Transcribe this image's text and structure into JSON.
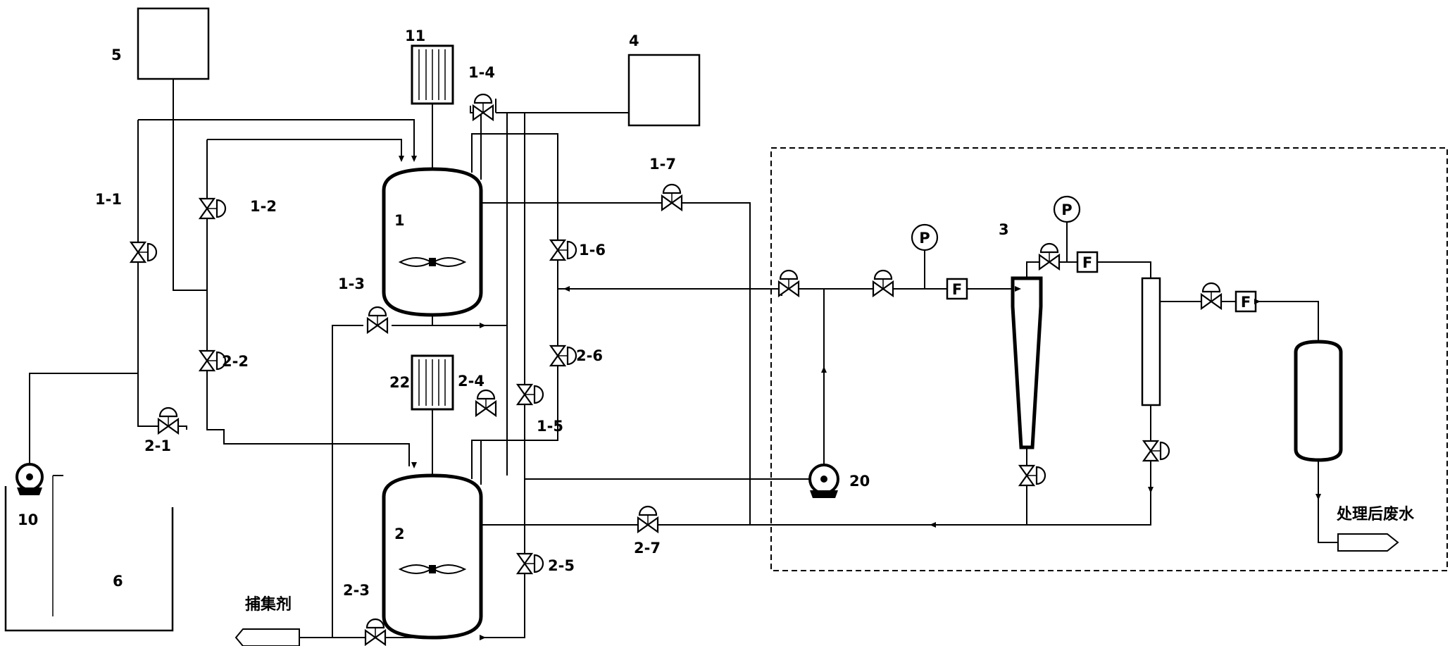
{
  "labels": {
    "vessel_1": "1",
    "vessel_2": "2",
    "unit_3": "3",
    "tank_4": "4",
    "tank_5": "5",
    "tank_6": "6",
    "pump_10": "10",
    "heater_11": "11",
    "heater_22": "22",
    "pump_20": "20"
  },
  "valves": {
    "v1_1": "1-1",
    "v1_2": "1-2",
    "v1_3": "1-3",
    "v1_4": "1-4",
    "v1_5": "1-5",
    "v1_6": "1-6",
    "v1_7": "1-7",
    "v2_1": "2-1",
    "v2_2": "2-2",
    "v2_3": "2-3",
    "v2_4": "2-4",
    "v2_5": "2-5",
    "v2_6": "2-6",
    "v2_7": "2-7"
  },
  "instruments": {
    "pressure": "P",
    "flow": "F"
  },
  "streams": {
    "collector_inlet": "捕集剂",
    "treated_outlet": "处理后废水"
  }
}
